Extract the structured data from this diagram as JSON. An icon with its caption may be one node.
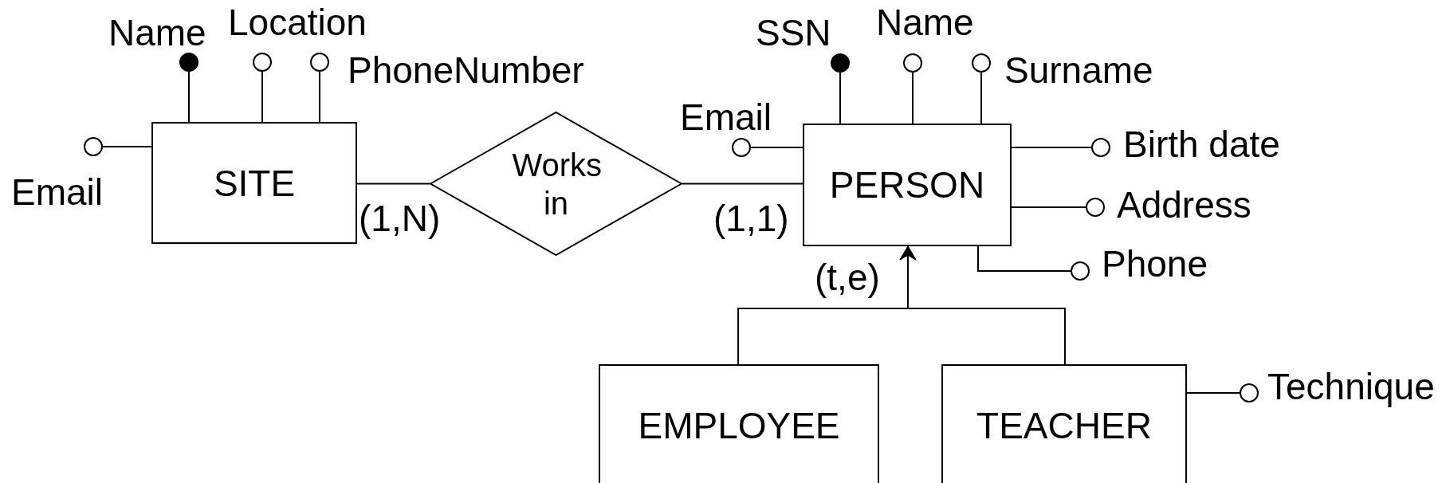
{
  "diagram": {
    "nodes": [
      {
        "text": [
          "SITE"
        ]
      },
      {
        "text": [
          "Works in"
        ]
      },
      {
        "text": [
          "PERSON"
        ]
      },
      {
        "text": [
          "EMPLOYEE"
        ]
      },
      {
        "text": [
          "TEACHER"
        ]
      },
      {
        "text": [],
        "shape": "circle",
        "beside": [
          "Email"
        ]
      },
      {
        "text": [],
        "shape": "dot",
        "beside": [
          "Name"
        ]
      },
      {
        "text": [],
        "shape": "circle",
        "beside": [
          "Location"
        ]
      },
      {
        "text": [],
        "shape": "circle",
        "beside": [
          "PhoneNumber"
        ]
      },
      {
        "text": [],
        "shape": "dot",
        "beside": [
          "SSN"
        ]
      },
      {
        "text": [],
        "shape": "circle",
        "beside": [
          "Name"
        ]
      },
      {
        "text": [],
        "shape": "circle",
        "beside": [
          "Surname"
        ]
      },
      {
        "text": [],
        "shape": "circle",
        "beside": [
          "Email"
        ]
      },
      {
        "text": [],
        "shape": "circle",
        "beside": [
          "Birth date"
        ]
      },
      {
        "text": [],
        "shape": "circle",
        "beside": [
          "Address"
        ]
      },
      {
        "text": [],
        "shape": "circle",
        "beside": [
          "Phone"
        ]
      },
      {
        "text": [],
        "shape": "circle",
        "beside": [
          "Technique"
        ]
      }
    ],
    "edges": [
      {
        "from": 0,
        "to": 1,
        "arrow": "none",
        "label": "(1,N)"
      },
      {
        "from": 1,
        "to": 2,
        "arrow": "none",
        "label": "(1,1)"
      },
      {
        "from": 3,
        "to": 2,
        "arrow": "to"
      },
      {
        "from": 4,
        "to": 2,
        "arrow": "to"
      },
      {
        "from": 5,
        "to": 0,
        "arrow": "none"
      },
      {
        "from": 6,
        "to": 0,
        "arrow": "none"
      },
      {
        "from": 7,
        "to": 0,
        "arrow": "none"
      },
      {
        "from": 8,
        "to": 0,
        "arrow": "none"
      },
      {
        "from": 9,
        "to": 2,
        "arrow": "none"
      },
      {
        "from": 10,
        "to": 2,
        "arrow": "none"
      },
      {
        "from": 11,
        "to": 2,
        "arrow": "none"
      },
      {
        "from": 12,
        "to": 2,
        "arrow": "none"
      },
      {
        "from": 13,
        "to": 2,
        "arrow": "none"
      },
      {
        "from": 14,
        "to": 2,
        "arrow": "none"
      },
      {
        "from": 15,
        "to": 2,
        "arrow": "none"
      },
      {
        "from": 16,
        "to": 4,
        "arrow": "none"
      }
    ],
    "labels": [
      "(t,e)"
    ]
  }
}
